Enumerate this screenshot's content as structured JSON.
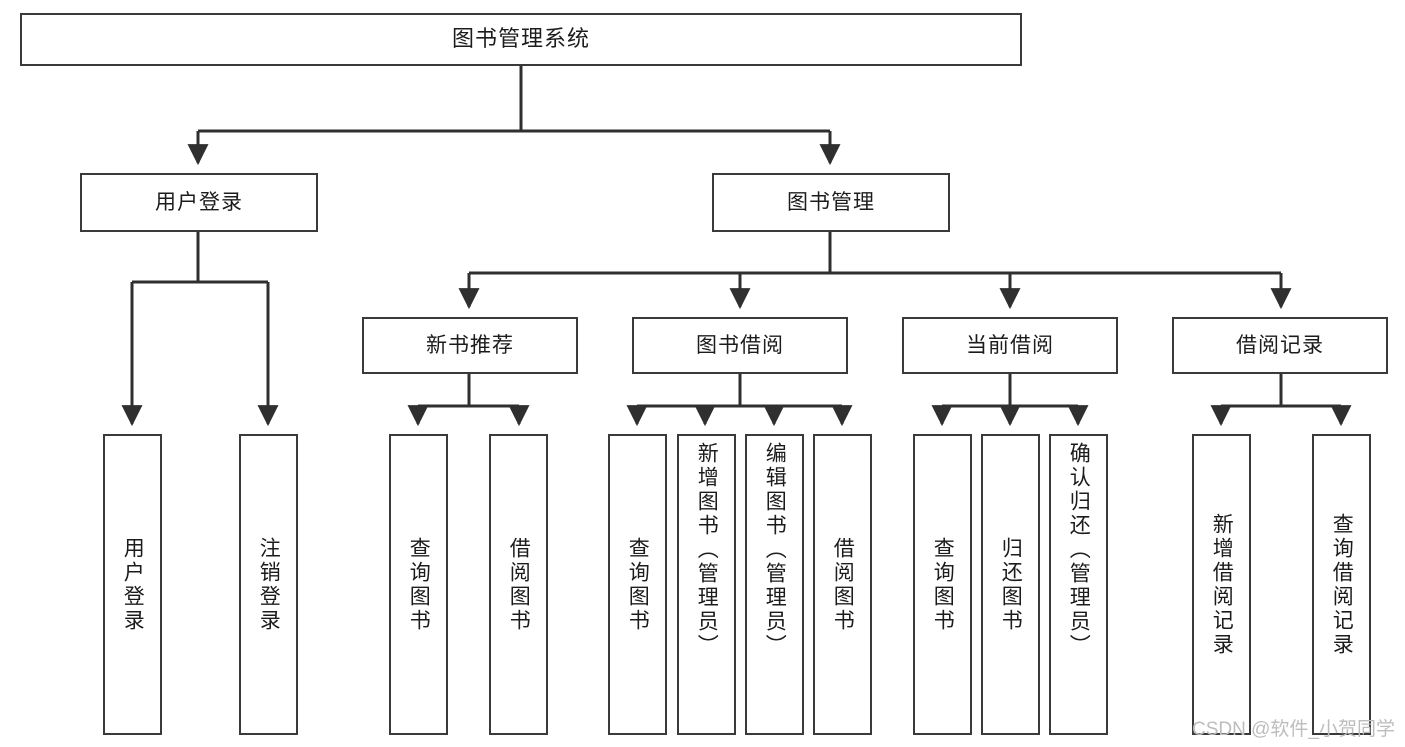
{
  "diagram": {
    "title": "图书管理系统",
    "type": "functional-structure-tree",
    "watermark": "CSDN @软件_小贺同学",
    "colors": {
      "box_border": "#3a3a3a",
      "box_fill": "#ffffff",
      "connector": "#2f2f2f",
      "text": "#1c1c1c",
      "watermark": "#bdbdbd",
      "background": "#ffffff"
    },
    "root": {
      "label": "图书管理系统"
    },
    "level2": [
      {
        "id": "user-login",
        "label": "用户登录"
      },
      {
        "id": "book-management",
        "label": "图书管理"
      }
    ],
    "level3": [
      {
        "id": "new-book-recommend",
        "label": "新书推荐",
        "parent": "book-management"
      },
      {
        "id": "book-borrow",
        "label": "图书借阅",
        "parent": "book-management"
      },
      {
        "id": "current-borrow",
        "label": "当前借阅",
        "parent": "book-management"
      },
      {
        "id": "borrow-record",
        "label": "借阅记录",
        "parent": "book-management"
      }
    ],
    "leaves": {
      "user-login": [
        {
          "id": "leaf-user-login",
          "label": "用户登录"
        },
        {
          "id": "leaf-user-logout",
          "label": "注销登录"
        }
      ],
      "new-book-recommend": [
        {
          "id": "leaf-query-book-1",
          "label": "查询图书"
        },
        {
          "id": "leaf-borrow-book-1",
          "label": "借阅图书"
        }
      ],
      "book-borrow": [
        {
          "id": "leaf-query-book-2",
          "label": "查询图书"
        },
        {
          "id": "leaf-add-book",
          "label": "新增图书（管理员）"
        },
        {
          "id": "leaf-edit-book",
          "label": "编辑图书（管理员）"
        },
        {
          "id": "leaf-borrow-book-2",
          "label": "借阅图书"
        }
      ],
      "current-borrow": [
        {
          "id": "leaf-query-book-3",
          "label": "查询图书"
        },
        {
          "id": "leaf-return-book",
          "label": "归还图书"
        },
        {
          "id": "leaf-confirm-return",
          "label": "确认归还（管理员）"
        }
      ],
      "borrow-record": [
        {
          "id": "leaf-add-record",
          "label": "新增借阅记录"
        },
        {
          "id": "leaf-query-record",
          "label": "查询借阅记录"
        }
      ]
    }
  }
}
